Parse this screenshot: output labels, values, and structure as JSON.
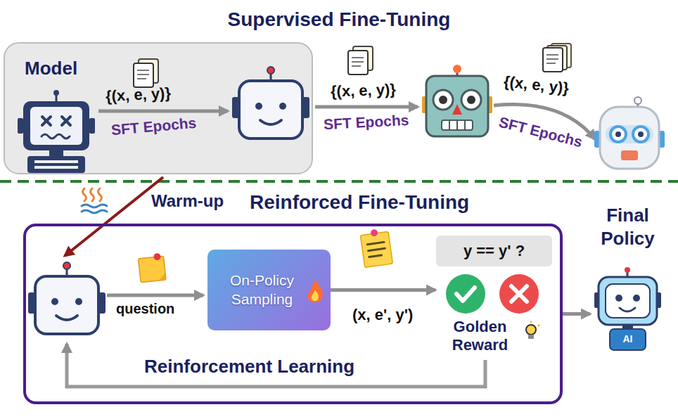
{
  "diagram": {
    "title": "Supervised Fine-Tuning",
    "nodes": [
      {
        "text": [
          "Model"
        ]
      },
      {
        "text": [
          "Reinforced Fine-Tuning"
        ]
      },
      {
        "text": [
          "On-Policy Sampling"
        ],
        "in": 1
      },
      {
        "text": [
          "y == y' ?"
        ],
        "in": 1
      },
      {
        "text": [
          "Final Policy",
          "AI"
        ]
      }
    ],
    "edges": [
      {
        "from": 2,
        "to": 3,
        "label": "(x, e', y')",
        "arrow": "to"
      },
      {
        "from": 1,
        "to": 4,
        "arrow": "to"
      }
    ],
    "labels": [
      "{(x, e, y)}",
      "SFT Epochs",
      "{(x, e, y)}",
      "SFT Epochs",
      "{(x, e, y)}",
      "SFT Epochs",
      "Warm-up",
      "question",
      "Golden Reward",
      "Reinforcement Learning"
    ]
  }
}
